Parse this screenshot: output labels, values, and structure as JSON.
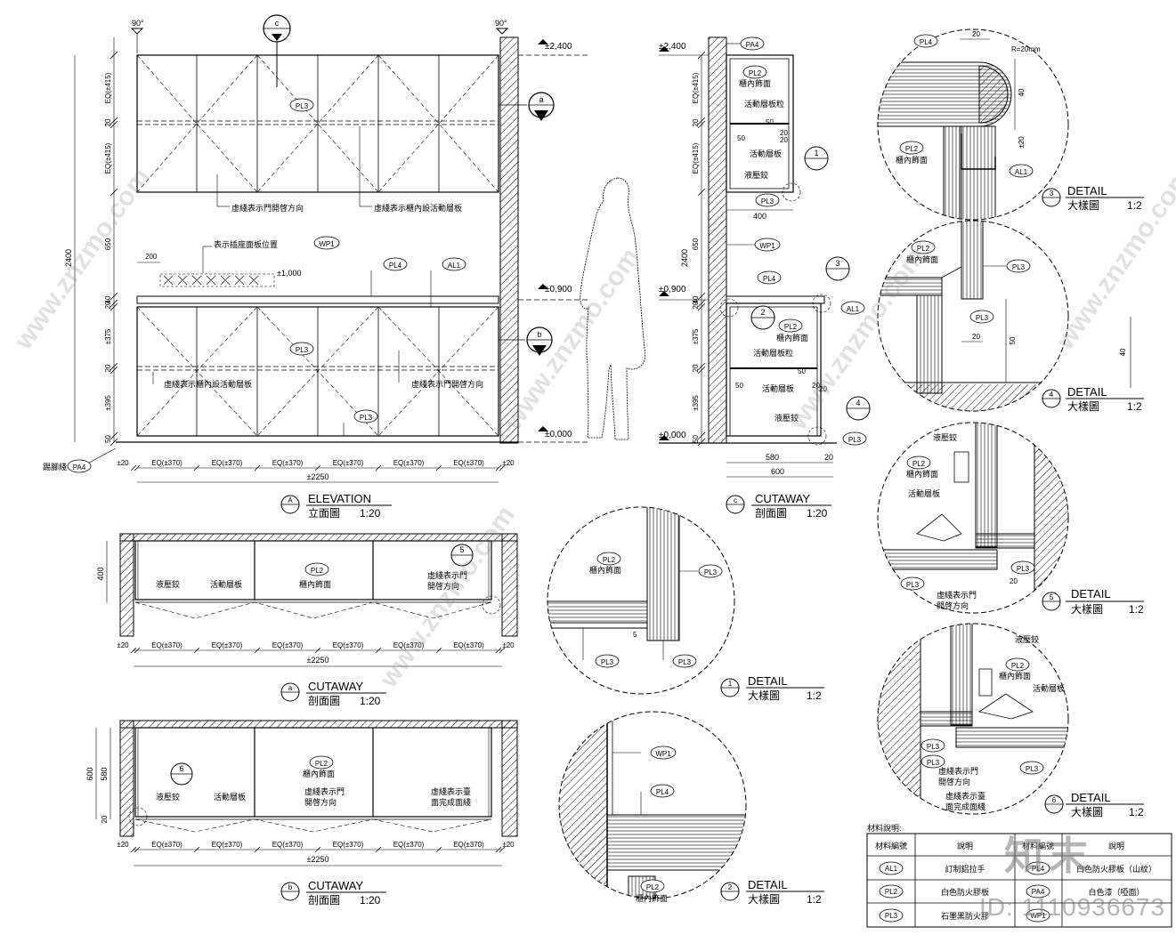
{
  "marks": {
    "ninety": "90°"
  },
  "levels": {
    "top": "±2,400",
    "mid": "±0,900",
    "zero": "±0,000",
    "socket": "±1,000"
  },
  "elevation": {
    "title": "ELEVATION",
    "subtitle": "立面圖",
    "letter": "A",
    "scale": "1:20",
    "total_width": "±2250",
    "total_height": "2400",
    "side_dims": [
      "EQ(±415)",
      "20",
      "EQ(±415)",
      "650",
      "40",
      "20",
      "±375",
      "20",
      "±395",
      "50"
    ],
    "bottom_dims": [
      "±20",
      "EQ(±370)",
      "EQ(±370)",
      "EQ(±370)",
      "EQ(±370)",
      "EQ(±370)",
      "EQ(±370)",
      "±20"
    ],
    "notes": [
      "虛綫表示門開啓方向",
      "虛綫表示櫃內設活動層板",
      "表示插座面板位置",
      "虛綫表示櫃內設活動層板",
      "虛綫表示門開啓方向"
    ],
    "dim_200": "200",
    "kick_label": "踢腳綫"
  },
  "cutaway_c": {
    "title": "CUTAWAY",
    "subtitle": "剖面圖",
    "letter": "c",
    "scale": "1:20",
    "dims_bottom": [
      "580",
      "20",
      "600"
    ],
    "dim_400": "400",
    "side_dims": [
      "EQ(±415)",
      "20",
      "EQ(±415)",
      "650",
      "40",
      "20",
      "±375",
      "20",
      "±395",
      "50"
    ],
    "total_height": "2400",
    "small_dims": [
      "20",
      "50",
      "20",
      "50",
      "20",
      "50",
      "20",
      "50"
    ],
    "labels": {
      "inner": "櫃內飾面",
      "shelf_pin": "活動層板粒",
      "shelf": "活動層板",
      "hinge": "液壓鉸"
    }
  },
  "cutaway_a": {
    "title": "CUTAWAY",
    "subtitle": "剖面圖",
    "letter": "a",
    "scale": "1:20",
    "depth": "400",
    "total": "±2250",
    "dims": [
      "±20",
      "EQ(±370)",
      "EQ(±370)",
      "EQ(±370)",
      "EQ(±370)",
      "EQ(±370)",
      "EQ(±370)",
      "±20"
    ],
    "labels": {
      "hinge": "液壓鉸",
      "shelf": "活動層板",
      "inner": "櫃內飾面",
      "door": "虛綫表示門",
      "door2": "開啓方向"
    }
  },
  "cutaway_b": {
    "title": "CUTAWAY",
    "subtitle": "剖面圖",
    "letter": "b",
    "scale": "1:20",
    "depth": "600",
    "inner_depth": "580",
    "small": "20",
    "total": "±2250",
    "dims": [
      "±20",
      "EQ(±370)",
      "EQ(±370)",
      "EQ(±370)",
      "EQ(±370)",
      "EQ(±370)",
      "EQ(±370)",
      "±20"
    ],
    "labels": {
      "hinge": "液壓鉸",
      "shelf": "活動層板",
      "inner": "櫃內飾面",
      "door": "虛綫表示門",
      "door2": "開啓方向",
      "face": "虛綫表示臺",
      "face2": "面完成面綫"
    }
  },
  "details": {
    "d1": {
      "title": "DETAIL",
      "subtitle": "大樣圖",
      "num": "1",
      "scale": "1:2",
      "small": "5"
    },
    "d2": {
      "title": "DETAIL",
      "subtitle": "大樣圖",
      "num": "2",
      "scale": "1:2"
    },
    "d3": {
      "title": "DETAIL",
      "subtitle": "大樣圖",
      "num": "3",
      "scale": "1:2",
      "dims": [
        "20",
        "R=20mm",
        "40",
        "±20"
      ]
    },
    "d4": {
      "title": "DETAIL",
      "subtitle": "大樣圖",
      "num": "4",
      "scale": "1:2",
      "dims": [
        "20",
        "50",
        "40"
      ]
    },
    "d5": {
      "title": "DETAIL",
      "subtitle": "大樣圖",
      "num": "5",
      "scale": "1:2",
      "small": "20"
    },
    "d6": {
      "title": "DETAIL",
      "subtitle": "大樣圖",
      "num": "6",
      "scale": "1:2"
    }
  },
  "codes": {
    "pl2": "PL2",
    "pl3": "PL3",
    "pl4": "PL4",
    "pa4": "PA4",
    "al1": "AL1",
    "wp1": "WP1"
  },
  "material_table": {
    "title": "材料說明:",
    "headers": [
      "材料編號",
      "說明",
      "材料編號",
      "說明"
    ],
    "rows": [
      {
        "code": "AL1",
        "desc": "訂制鋁拉手",
        "code2": "PL4",
        "desc2": "白色防火膠板（山紋）"
      },
      {
        "code": "PL2",
        "desc": "白色防火膠板",
        "code2": "PA4",
        "desc2": "白色漆（啞面）"
      },
      {
        "code": "PL3",
        "desc": "石墨黑防火膠",
        "code2": "WP1",
        "desc2": ""
      }
    ]
  },
  "watermark": {
    "text": "www.znzmo.com",
    "brand": "知末",
    "id": "ID: 1110936673"
  }
}
